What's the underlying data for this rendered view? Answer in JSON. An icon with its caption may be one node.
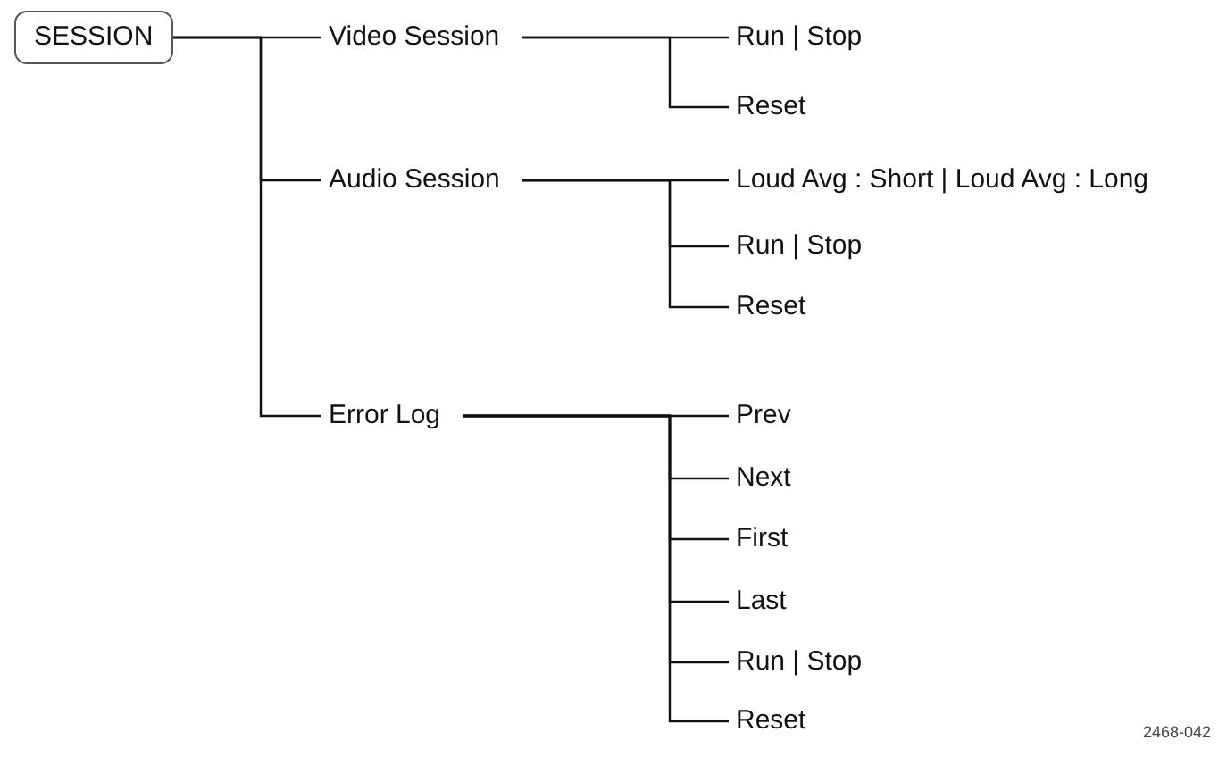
{
  "diagram": {
    "nodes": [
      {
        "text": [
          "SESSION"
        ]
      },
      {
        "text": [
          "Video Session"
        ]
      },
      {
        "text": [
          "Run | Stop"
        ]
      },
      {
        "text": [
          "Reset"
        ]
      },
      {
        "text": [
          "Audio Session"
        ]
      },
      {
        "text": [
          "Loud Avg : Short | Loud Avg : Long"
        ]
      },
      {
        "text": [
          "Run | Stop"
        ]
      },
      {
        "text": [
          "Reset"
        ]
      },
      {
        "text": [
          "Error Log"
        ]
      },
      {
        "text": [
          "Prev"
        ]
      },
      {
        "text": [
          "Next"
        ]
      },
      {
        "text": [
          "First"
        ]
      },
      {
        "text": [
          "Last"
        ]
      },
      {
        "text": [
          "Run | Stop"
        ]
      },
      {
        "text": [
          "Reset"
        ]
      }
    ],
    "edges": [
      {
        "from": 0,
        "to": 1,
        "arrow": "none"
      },
      {
        "from": 0,
        "to": 4,
        "arrow": "none"
      },
      {
        "from": 0,
        "to": 8,
        "arrow": "none"
      },
      {
        "from": 1,
        "to": 2,
        "arrow": "none"
      },
      {
        "from": 1,
        "to": 3,
        "arrow": "none"
      },
      {
        "from": 4,
        "to": 5,
        "arrow": "none"
      },
      {
        "from": 4,
        "to": 6,
        "arrow": "none"
      },
      {
        "from": 4,
        "to": 7,
        "arrow": "none"
      },
      {
        "from": 8,
        "to": 9,
        "arrow": "none"
      },
      {
        "from": 8,
        "to": 10,
        "arrow": "none"
      },
      {
        "from": 8,
        "to": 11,
        "arrow": "none"
      },
      {
        "from": 8,
        "to": 12,
        "arrow": "none"
      },
      {
        "from": 8,
        "to": 13,
        "arrow": "none"
      },
      {
        "from": 8,
        "to": 14,
        "arrow": "none"
      }
    ],
    "labels": [
      "2468-042"
    ]
  }
}
